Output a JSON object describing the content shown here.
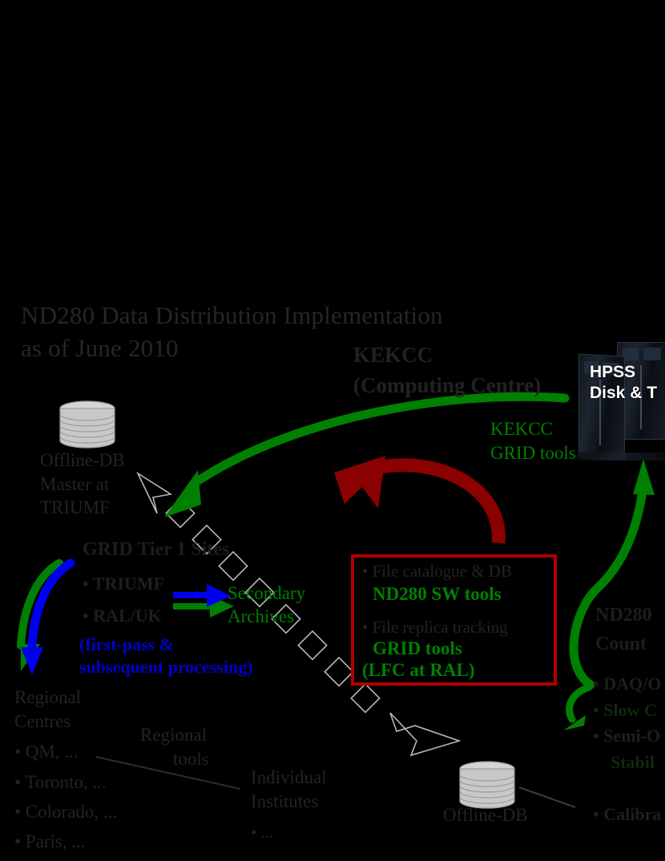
{
  "diagram": {
    "title_line1": "ND280 Data Distribution Implementation",
    "title_line2": "as of June 2010",
    "background_color": "#000000",
    "colors": {
      "green": "#008000",
      "blue": "#0000cd",
      "red": "#b00000",
      "dark_red_arrow": "#8b0000",
      "gray_text": "#232323",
      "white": "#ffffff"
    }
  },
  "kekcc": {
    "heading_line1": "KEKCC",
    "heading_line2": "(Computing Centre)",
    "tools_line1": "KEKCC",
    "tools_line2": "GRID tools"
  },
  "hpss": {
    "label_line1": "HPSS",
    "label_line2": "Disk & T",
    "icon": "server-rack-icon"
  },
  "offline_db_master": {
    "icon": "database-cylinder-icon",
    "line1": "Offline-DB",
    "line2": "Master at",
    "line3": "TRIUMF"
  },
  "grid_tier1": {
    "heading": "GRID Tier 1 Sites",
    "items": [
      "• TRIUMF",
      "• RAL/UK"
    ],
    "note_line1": "(first-pass &",
    "note_line2": "subsequent processing)"
  },
  "secondary_archives": {
    "line1": "Secondary",
    "line2": "Archives"
  },
  "catalogue_box": {
    "bullet1": "• File catalogue & DB",
    "bullet1_tool": "ND280 SW tools",
    "bullet2": "• File replica tracking",
    "bullet2_tool": "GRID tools",
    "bullet2_tool2": "(LFC at RAL)"
  },
  "regional_centres": {
    "heading_line1": "Regional",
    "heading_line2": "Centres",
    "items": [
      "• QM, ...",
      "• Toronto, ...",
      "• Colorado, ...",
      "• Paris, ..."
    ]
  },
  "regional_tools": {
    "line1": "Regional",
    "line2": "tools"
  },
  "individual_institutes": {
    "line1": "Individual",
    "line2": "Institutes",
    "item1": "• ..."
  },
  "offline_db_bottom": {
    "icon": "database-cylinder-icon",
    "label": "Offline-DB"
  },
  "nd280_counting": {
    "heading_line1": "ND280",
    "heading_line2": "Count",
    "items": [
      "• DAQ/O",
      "• Slow C",
      "• Semi-O",
      "Stabil",
      "• Calibra"
    ]
  },
  "arrows": {
    "green_kekcc_to_tier1": "green-curved-arrow",
    "red_loop": "red-curved-arrow",
    "green_up_to_hpss": "green-s-curve-arrow",
    "green_hook": "green-hook-arrow",
    "blue_green_down": "blue-green-down-arrows",
    "blue_green_right": "blue-green-right-arrows",
    "dashed_diagonal": "white-dashed-block-arrow"
  }
}
